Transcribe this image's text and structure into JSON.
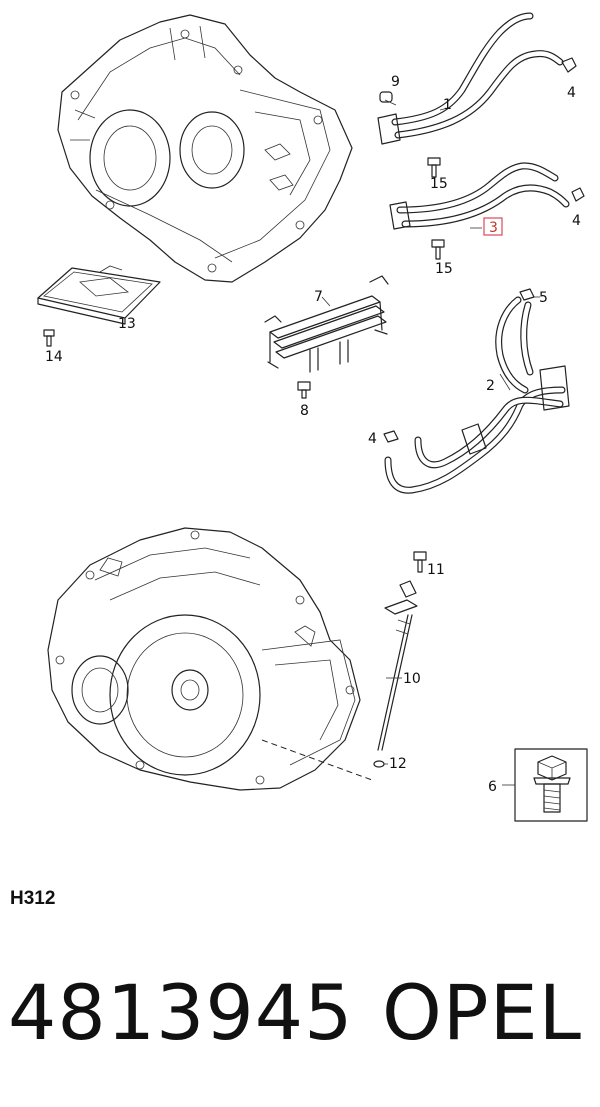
{
  "diagram": {
    "callouts": [
      {
        "id": "c1",
        "text": "1"
      },
      {
        "id": "c2",
        "text": "2"
      },
      {
        "id": "c3",
        "text": "3",
        "highlighted": true
      },
      {
        "id": "c4a",
        "text": "4"
      },
      {
        "id": "c4b",
        "text": "4"
      },
      {
        "id": "c4c",
        "text": "4"
      },
      {
        "id": "c5",
        "text": "5"
      },
      {
        "id": "c6",
        "text": "6"
      },
      {
        "id": "c7",
        "text": "7"
      },
      {
        "id": "c8",
        "text": "8"
      },
      {
        "id": "c9",
        "text": "9"
      },
      {
        "id": "c10",
        "text": "10"
      },
      {
        "id": "c11",
        "text": "11"
      },
      {
        "id": "c12",
        "text": "12"
      },
      {
        "id": "c13",
        "text": "13"
      },
      {
        "id": "c14",
        "text": "14"
      },
      {
        "id": "c15a",
        "text": "15"
      },
      {
        "id": "c15b",
        "text": "15"
      }
    ],
    "highlight_color": "#d94a5a"
  },
  "footer": {
    "code": "H312",
    "part_number": "4813945",
    "brand": "OPEL"
  }
}
